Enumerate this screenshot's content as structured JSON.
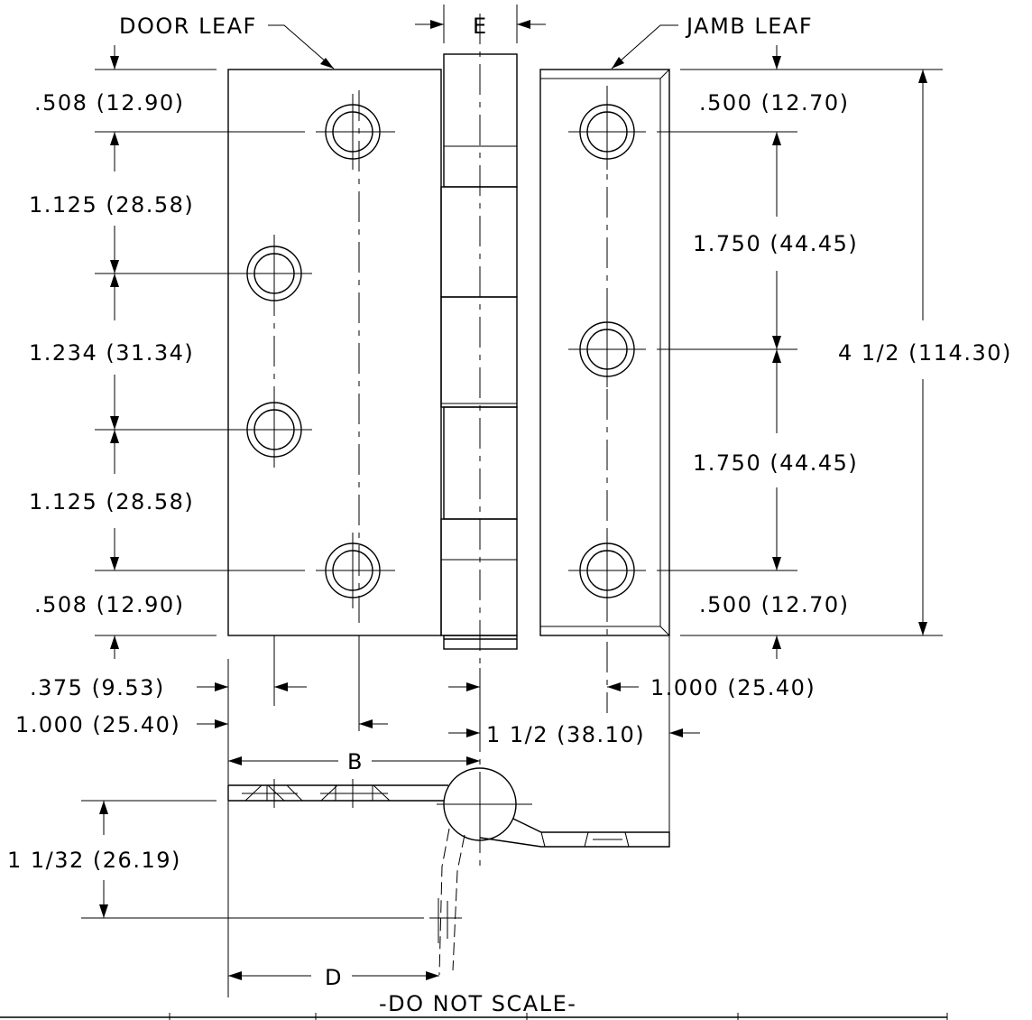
{
  "labels": {
    "door_leaf": "DOOR LEAF",
    "jamb_leaf": "JAMB LEAF",
    "e": "E",
    "b": "B",
    "d": "D",
    "note": "-DO NOT SCALE-"
  },
  "dims": {
    "door_top": ".508 (12.90)",
    "door_gap1": "1.125 (28.58)",
    "door_gap2": "1.234 (31.34)",
    "door_gap3": "1.125 (28.58)",
    "door_bottom": ".508 (12.90)",
    "jamb_top": ".500 (12.70)",
    "jamb_gap1": "1.750 (44.45)",
    "jamb_gap2": "1.750 (44.45)",
    "jamb_bottom": ".500 (12.70)",
    "overall_height": "4 1/2 (114.30)",
    "door_hole_offset1": ".375 (9.53)",
    "door_hole_offset2": "1.000 (25.40)",
    "jamb_hole_offset": "1.000 (25.40)",
    "knuckle_to_edge": "1 1/2 (38.10)",
    "thickness": "1 1/32 (26.19)"
  }
}
